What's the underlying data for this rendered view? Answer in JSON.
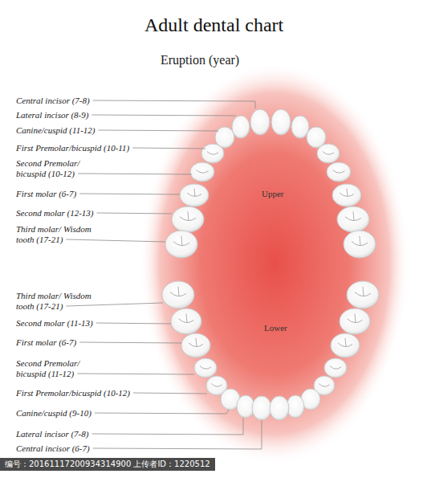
{
  "diagram": {
    "title": "Adult dental chart",
    "labels": [
      "Eruption (year)",
      "Central incisor (7-8)",
      "Lateral incisor (8-9)",
      "Canine/cuspid (11-12)",
      "First Premolar/bicuspid (10-11)",
      "Second Premolar/ bicuspid (10-12)",
      "First molar (6-7)",
      "Second molar (12-13)",
      "Third molar/ Wisdom tooth (17-21)",
      "Upper",
      "Lower",
      "Third molar/ Wisdom tooth (17-21)",
      "Second molar (11-13)",
      "First molar (6-7)",
      "Second Premolar/ bicuspid (11-12)",
      "First Premolar/bicuspid (10-12)",
      "Canine/cuspid (9-10)",
      "Lateral incisor (7-8)",
      "Central incisor (6-7)",
      "编号：20161117200934314900 上传者ID：1220512"
    ]
  }
}
